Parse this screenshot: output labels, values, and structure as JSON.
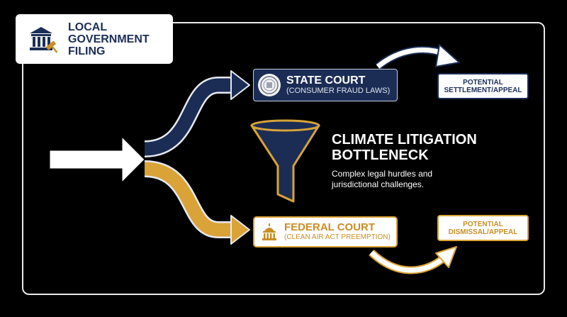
{
  "local_filing": {
    "title": "LOCAL GOVERNMENT FILING",
    "icon": "courthouse-gavel-icon"
  },
  "state_court": {
    "title": "STATE COURT",
    "subtitle": "(CONSUMER FRAUD LAWS)",
    "icon": "state-seal-icon"
  },
  "federal_court": {
    "title": "FEDERAL COURT",
    "subtitle": "(CLEAN AIR ACT PREEMPTION)",
    "icon": "capitol-building-icon"
  },
  "bottleneck": {
    "title": "CLIMATE LITIGATION BOTTLENECK",
    "description": "Complex legal hurdles and jurisdictional challenges.",
    "icon": "funnel-icon"
  },
  "outcomes": {
    "settlement": "POTENTIAL SETTLEMENT/APPEAL",
    "dismissal": "POTENTIAL DISMISSAL/APPEAL"
  },
  "colors": {
    "navy": "#1b2d55",
    "gold": "#d9a338",
    "white": "#ffffff",
    "background": "#000000"
  }
}
